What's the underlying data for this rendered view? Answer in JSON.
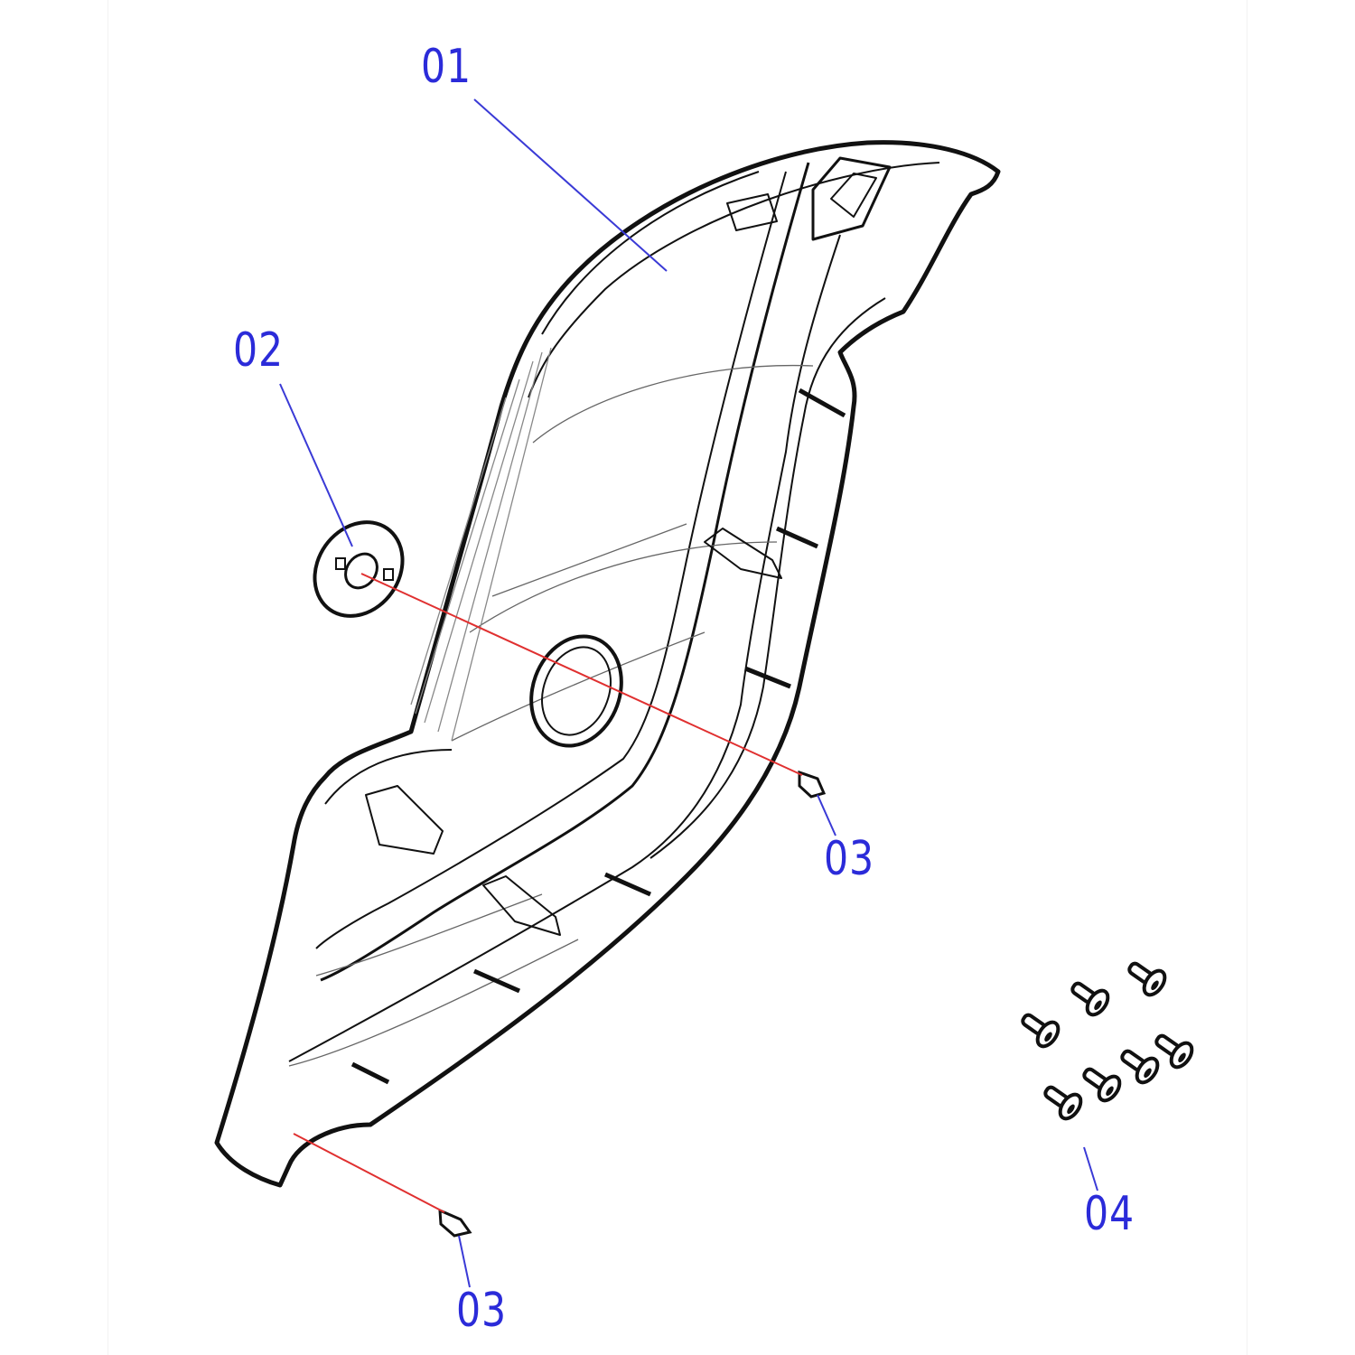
{
  "callouts": [
    {
      "id": "01",
      "label": "01",
      "part": "side-cover"
    },
    {
      "id": "02",
      "label": "02",
      "part": "washer-plate"
    },
    {
      "id": "03a",
      "label": "03",
      "part": "pin-upper"
    },
    {
      "id": "03b",
      "label": "03",
      "part": "pin-lower"
    },
    {
      "id": "04",
      "label": "04",
      "part": "screws"
    }
  ],
  "colors": {
    "label": "#2b2bd9",
    "leader": "#3a3ad6",
    "axis": "#e03030",
    "line": "#111111"
  },
  "screw_count": 7
}
